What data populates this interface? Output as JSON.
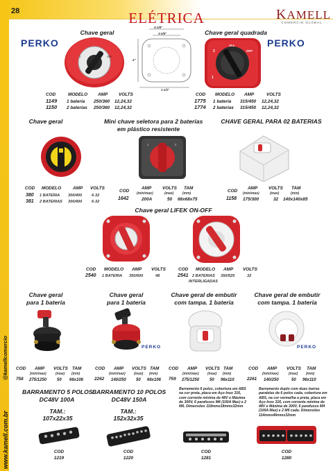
{
  "header": {
    "page_number": "28",
    "section_title": "ELÉTRICA"
  },
  "brand": {
    "name_initial": "K",
    "name_rest": "AMELL",
    "tagline": "COMERCIO GLOBAL",
    "accent_color": "#c4161c"
  },
  "side": {
    "instagram": "@kamellcomercio",
    "website": "www.kamell.com.br"
  },
  "logos": {
    "perko": "PERKO"
  },
  "products": {
    "chave_geral_1": {
      "title": "Chave geral",
      "headers": [
        "COD",
        "MODELO",
        "AMP",
        "VOLTS"
      ],
      "rows": [
        [
          "1149",
          "1 bateria",
          "250/360",
          "12,24,32"
        ],
        [
          "1150",
          "2 baterias",
          "250/360",
          "12,24,32"
        ]
      ]
    },
    "dimension_drawing": {
      "label_a": "4-1/8\"",
      "label_b": "3-3/8\"",
      "label_c": "4\"",
      "label_d": "1-1/2\""
    },
    "chave_quadrada": {
      "title": "Chave geral quadrada",
      "headers": [
        "COD",
        "MODELO",
        "AMP",
        "VOLTS"
      ],
      "rows": [
        [
          "1775",
          "1 bateria",
          "315/450",
          "12,24,32"
        ],
        [
          "1774",
          "2 baterias",
          "315/450",
          "12,24,32"
        ]
      ]
    },
    "chave_geral_2": {
      "title": "Chave geral",
      "headers": [
        "COD",
        "MODELO",
        "AMP",
        "VOLTS"
      ],
      "rows": [
        [
          "380",
          "1 BATERIA",
          "300/400",
          "6-32"
        ],
        [
          "381",
          "2 BATERIAS",
          "300/400",
          "6-32"
        ]
      ]
    },
    "mini_chave": {
      "title_line1": "Mini chave seletora para 2 baterias",
      "title_line2": "em plástico resistente",
      "headers": [
        "COD",
        "AMP",
        "VOLTS",
        "TAM"
      ],
      "subheaders": [
        "",
        "(min/max)",
        "(max)",
        "(mm)"
      ],
      "row": [
        "1642",
        "200A",
        "50",
        "68x68x75"
      ]
    },
    "chave_02_baterias": {
      "title": "CHAVE GERAL PARA 02 BATERIAS",
      "headers": [
        "COD",
        "AMP",
        "VOLTS",
        "TAM"
      ],
      "subheaders": [
        "",
        "(min/max)",
        "(max)",
        "(mm)"
      ],
      "row": [
        "1158",
        "175/300",
        "32",
        "140x140x85"
      ]
    },
    "lifek": {
      "title": "Chave geral LIFEK ON-OFF",
      "headers": [
        "COD",
        "MODELO",
        "AMP",
        "VOLTS"
      ],
      "row1": [
        "2540",
        "1 BATERIA",
        "350/600",
        "48"
      ],
      "headers2": [
        "COD",
        "MODELO",
        "AMP",
        "VOLTS"
      ],
      "row2": [
        "2541",
        "2 BATERIAS",
        "350/525",
        "32"
      ],
      "row2_extra": "INTERLIGADAS"
    },
    "bat1_a": {
      "title_line1": "Chave geral",
      "title_line2": "para 1 bateria",
      "headers": [
        "COD",
        "AMP",
        "VOLTS",
        "TAM"
      ],
      "subheaders": [
        "",
        "(min/max)",
        "(max)",
        "(mm)"
      ],
      "row": [
        "758",
        "275/1250",
        "50",
        "66x106"
      ]
    },
    "bat1_b": {
      "title_line1": "Chave geral",
      "title_line2": "para 1 bateria",
      "headers": [
        "COD",
        "AMP",
        "VOLTS",
        "TAM"
      ],
      "subheaders": [
        "",
        "(min/max)",
        "(max)",
        "(mm)"
      ],
      "row": [
        "2262",
        "140/250",
        "50",
        "66x106"
      ]
    },
    "embutir_a": {
      "title_line1": "Chave geral de embutir",
      "title_line2": "com tampa. 1 bateria",
      "headers": [
        "COD",
        "AMP",
        "VOLTS",
        "TAM"
      ],
      "subheaders": [
        "",
        "(min/max)",
        "(max)",
        "(mm)"
      ],
      "row": [
        "759",
        "275/1250",
        "50",
        "96x110"
      ]
    },
    "embutir_b": {
      "title_line1": "Chave geral de embutir",
      "title_line2": "com tampa. 1 bateria",
      "headers": [
        "COD",
        "AMP",
        "VOLTS",
        "TAM"
      ],
      "subheaders": [
        "",
        "(min/max)",
        "(max)",
        "(mm)"
      ],
      "row": [
        "2261",
        "140/250",
        "50",
        "96x110"
      ]
    },
    "barramento_5": {
      "title_line1": "BARRAMENTO 5 POLOS",
      "title_line2": "DC48V 100A",
      "tam_label": "TAM.:",
      "tam": "107x22x35",
      "cod_label": "COD",
      "cod": "1219"
    },
    "barramento_10": {
      "title_line1": "BARRAMENTO 10 POLOS",
      "title_line2": "DC48V 150A",
      "tam_label": "TAM.:",
      "tam": "152x32x35",
      "cod_label": "COD",
      "cod": "1220"
    },
    "barramento_6": {
      "description": "Barramento 6 polos, cobertura em ABS na cor preta, placa em Aço Inox 316, com corrente mínima de 48V e Máxima de 300V, 6 parafusos M4 (100A Max) e 2 M6. Dimensões 119mmx18mmx32mm",
      "cod_label": "COD",
      "cod": "1281"
    },
    "barramento_duplo": {
      "description": "Barramento duplo com duas barras paralelas de 6 polos cada, cobertura em ABS, na cor vermelha e preta, placa em Aço Inox 316, com corrente mínima de 48V e Máxima de 300V, 6 parafusos M4 (100A Max) e 2 M6 cada. Dimensões 114mmx46mmx32mm",
      "cod_label": "COD",
      "cod": "1280"
    }
  }
}
